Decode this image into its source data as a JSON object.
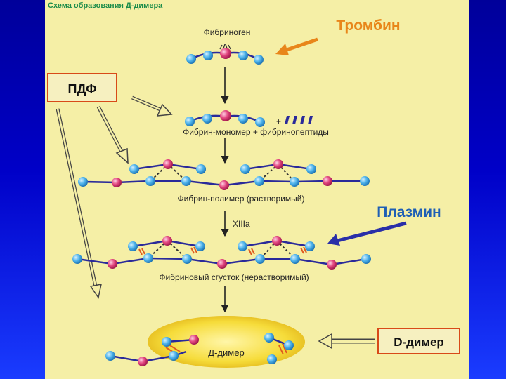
{
  "header": {
    "title": "Схема образования Д-димера"
  },
  "labels": {
    "fibrinogen": "Фибриноген",
    "thrombin": "Тромбин",
    "pdf": "ПДФ",
    "plus": "+",
    "monomer": "Фибрин-мономер + фибринопептиды",
    "polymer": "Фибрин-полимер (растворимый)",
    "plasmin": "Плазмин",
    "factor": "XIIIa",
    "clot": "Фибриновый сгусток (нерастворимый)",
    "ddimer_inner": "Д-димер",
    "ddimer_box": "D-димер"
  },
  "colors": {
    "slide_bg": "#0000c8",
    "panel_bg": "#f5efa6",
    "node_blue": "#3aa7e6",
    "node_pink": "#d83a7a",
    "chain": "#2a2a9a",
    "arrow_orange": "#e8861a",
    "crosslink": "#e05a20",
    "box_border": "#d84a18",
    "enzyme_text": "#1e5fb5"
  }
}
